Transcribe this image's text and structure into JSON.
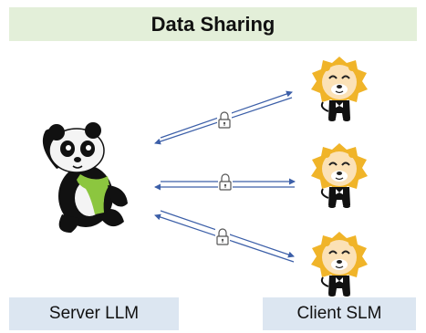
{
  "title": "Data Sharing",
  "server": {
    "label": "Server LLM",
    "icon": "panda-mascot-icon"
  },
  "clients": [
    {
      "icon": "lion-mascot-icon"
    },
    {
      "icon": "lion-mascot-icon"
    },
    {
      "icon": "lion-mascot-icon"
    }
  ],
  "client_label": "Client SLM",
  "channels": [
    {
      "icon": "padlock-icon",
      "direction": "bidirectional"
    },
    {
      "icon": "padlock-icon",
      "direction": "bidirectional"
    },
    {
      "icon": "padlock-icon",
      "direction": "bidirectional"
    }
  ],
  "colors": {
    "title_background": "#e3efd9",
    "label_background": "#dce6f1",
    "arrow": "#3c5fa8",
    "lion_mane": "#f0b429",
    "panda_scarf": "#8cc63f"
  }
}
